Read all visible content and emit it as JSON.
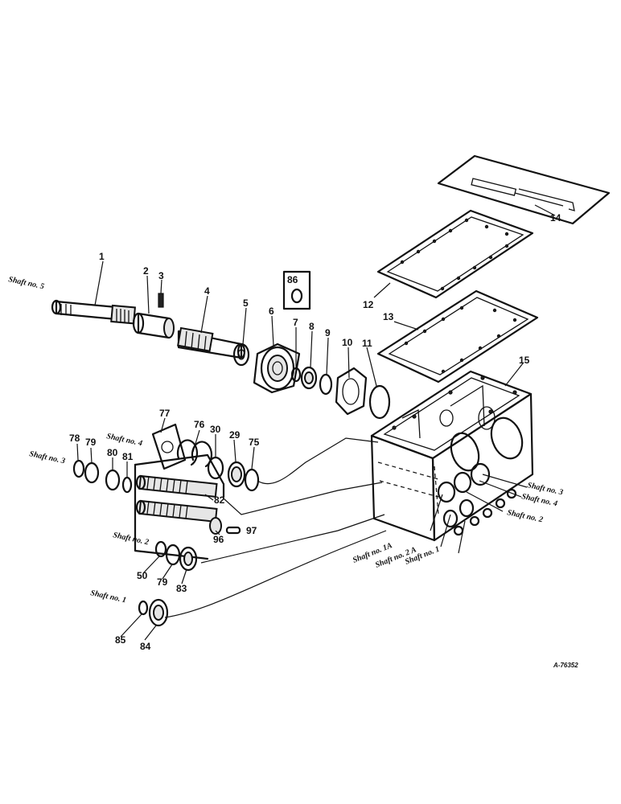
{
  "figure_ref": "A-76352",
  "part_numbers": [
    "1",
    "2",
    "3",
    "4",
    "5",
    "6",
    "7",
    "8",
    "9",
    "10",
    "11",
    "12",
    "13",
    "14",
    "15",
    "29",
    "30",
    "50",
    "75",
    "76",
    "77",
    "78",
    "79",
    "80",
    "81",
    "82",
    "83",
    "84",
    "85",
    "86",
    "96",
    "97"
  ],
  "numbers": {
    "n1": "1",
    "n2": "2",
    "n3": "3",
    "n4": "4",
    "n5": "5",
    "n6": "6",
    "n7": "7",
    "n8": "8",
    "n9": "9",
    "n10": "10",
    "n11": "11",
    "n12": "12",
    "n13": "13",
    "n14": "14",
    "n15": "15",
    "n29": "29",
    "n30": "30",
    "n50": "50",
    "n75": "75",
    "n76": "76",
    "n77": "77",
    "n78": "78",
    "n79a": "79",
    "n79b": "79",
    "n80": "80",
    "n81": "81",
    "n82": "82",
    "n83": "83",
    "n84": "84",
    "n85": "85",
    "n86": "86",
    "n96": "96",
    "n97": "97"
  },
  "shaft_labels": {
    "s5": "Shaft no. 5",
    "s4": "Shaft no. 4",
    "s3": "Shaft no. 3",
    "s2": "Shaft no. 2",
    "s1": "Shaft no. 1",
    "case_s3": "Shaft no. 3",
    "case_s4": "Shaft no. 4",
    "case_s2": "Shaft no. 2",
    "case_s1a": "Shaft no. 1A",
    "case_s2a": "Shaft no. 2 A",
    "case_s1": "Shaft no. 1"
  },
  "colors": {
    "ink": "#111111",
    "paper": "#ffffff"
  }
}
